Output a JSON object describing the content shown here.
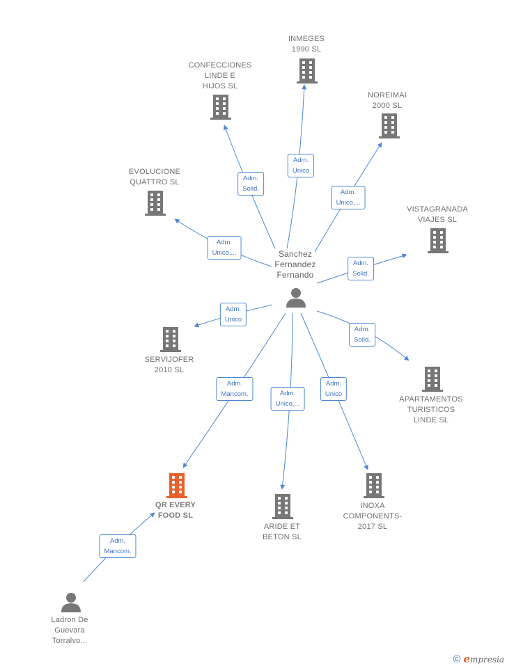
{
  "colors": {
    "edge": "#4a86d4",
    "company": "#777777",
    "company_highlight": "#e8602c",
    "person": "#777777"
  },
  "nodes": {
    "center": {
      "label": "Sanchez\nFernandez\nFernando",
      "icon": "person-icon"
    },
    "inmeges": {
      "label": "INMEGES\n1990  SL",
      "icon": "building-icon"
    },
    "confecciones": {
      "label": "CONFECCIONES\nLINDE E\nHIJOS SL",
      "icon": "building-icon"
    },
    "noreimai": {
      "label": "NOREIMAI\n2000  SL",
      "icon": "building-icon"
    },
    "evolucione": {
      "label": "EVOLUCIONE\nQUATTRO  SL",
      "icon": "building-icon"
    },
    "vistagranada": {
      "label": "VISTAGRANADA\nVIAJES SL",
      "icon": "building-icon"
    },
    "servijofer": {
      "label": "SERVIJOFER\n2010 SL",
      "icon": "building-icon"
    },
    "apartamentos": {
      "label": "APARTAMENTOS\nTURISTICOS\nLINDE  SL",
      "icon": "building-icon"
    },
    "qrevery": {
      "label": "QR EVERY\nFOOD  SL",
      "icon": "building-icon"
    },
    "aride": {
      "label": "ARIDE ET\nBETON  SL",
      "icon": "building-icon"
    },
    "inoxa": {
      "label": "INOXA\nCOMPONENTS-\n2017  SL",
      "icon": "building-icon"
    },
    "ladron": {
      "label": "Ladron De\nGuevara\nTorralvo...",
      "icon": "person-icon"
    }
  },
  "relations": {
    "confecciones": "Adm.\nSolid.",
    "inmeges": "Adm.\nUnico",
    "noreimai": "Adm.\nUnico,...",
    "evolucione": "Adm.\nUnico,...",
    "vistagranada": "Adm.\nSolid.",
    "servijofer": "Adm.\nUnico",
    "apartamentos": "Adm.\nSolid.",
    "qrevery": "Adm.\nMancom.",
    "aride": "Adm.\nUnico,...",
    "inoxa": "Adm.\nUnico",
    "ladron_qrevery": "Adm.\nMancom."
  },
  "footer": {
    "copyright": "©",
    "brand_initial": "e",
    "brand_rest": "mpresia"
  }
}
